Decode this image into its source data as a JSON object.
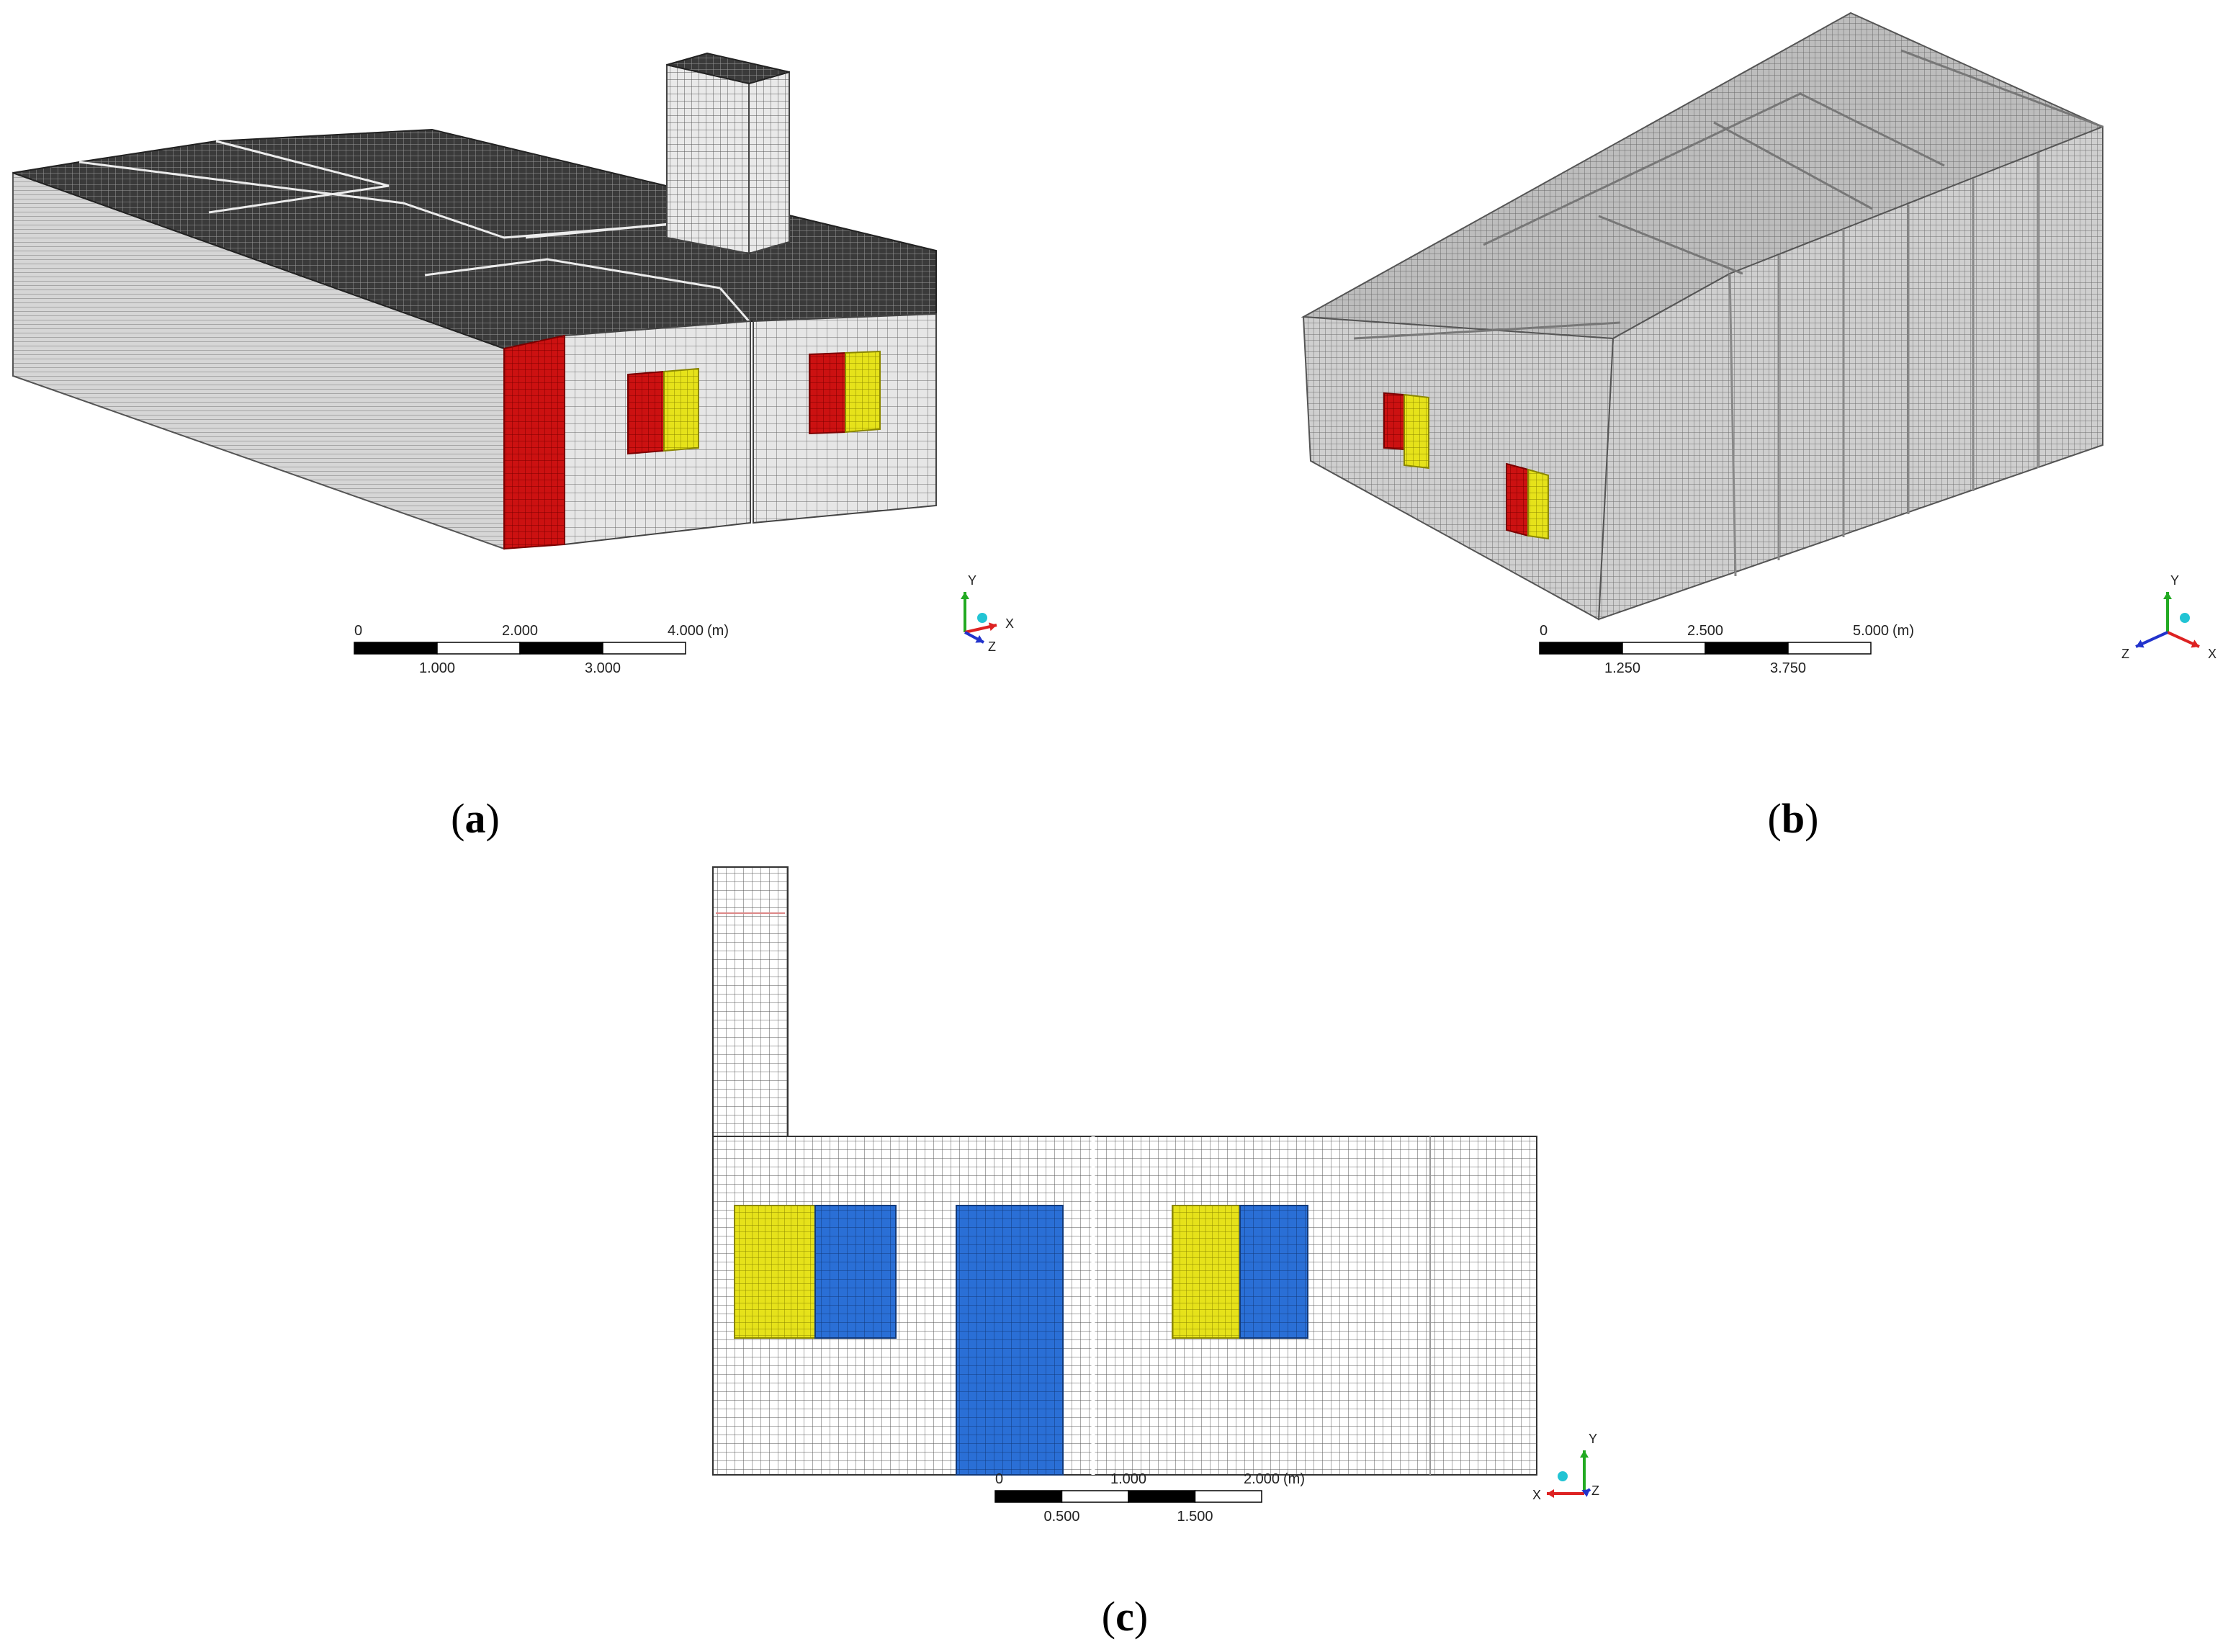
{
  "panels": [
    {
      "id": "a",
      "caption_letter": "a",
      "scale_bar": {
        "top_labels": [
          "0",
          "2.000",
          "4.000"
        ],
        "bottom_labels": [
          "1.000",
          "3.000"
        ],
        "unit": "(m)"
      },
      "axes": {
        "labels": [
          "Y",
          "X",
          "Z"
        ]
      }
    },
    {
      "id": "b",
      "caption_letter": "b",
      "scale_bar": {
        "top_labels": [
          "0",
          "2.500",
          "5.000"
        ],
        "bottom_labels": [
          "1.250",
          "3.750"
        ],
        "unit": "(m)"
      },
      "axes": {
        "labels": [
          "Y",
          "X",
          "Z"
        ]
      }
    },
    {
      "id": "c",
      "caption_letter": "c",
      "scale_bar": {
        "top_labels": [
          "0",
          "1.000",
          "2.000"
        ],
        "bottom_labels": [
          "0.500",
          "1.500"
        ],
        "unit": "(m)"
      },
      "axes": {
        "labels": [
          "Y",
          "X",
          "Z"
        ]
      }
    }
  ],
  "colors": {
    "roof_mesh": "#3a3a3a",
    "wall_mesh": "#d9d9d9",
    "red_region": "#cc1111",
    "yellow_region": "#e6e21a",
    "blue_region": "#2a6fd6",
    "grid_line": "#555555",
    "axis_y": "#22aa22",
    "axis_x": "#dd2222",
    "axis_z": "#2233cc",
    "axis_origin": "#22c4d4"
  }
}
